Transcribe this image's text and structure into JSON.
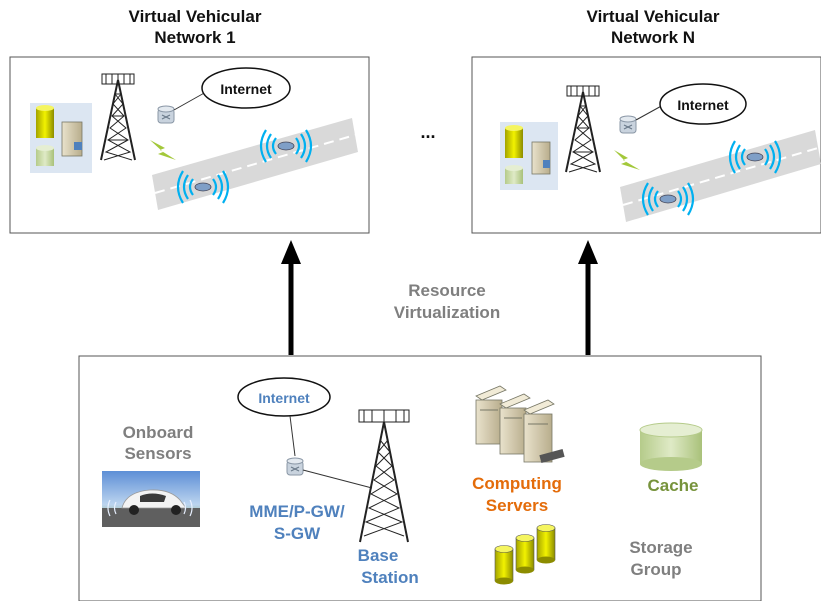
{
  "top_left": {
    "title_line1": "Virtual Vehicular",
    "title_line2": "Network 1",
    "internet": "Internet"
  },
  "top_right": {
    "title_line1": "Virtual Vehicular",
    "title_line2": "Network N",
    "internet": "Internet"
  },
  "ellipsis": "...",
  "virtualization": {
    "line1": "Resource",
    "line2": "Virtualization"
  },
  "bottom": {
    "internet": "Internet",
    "onboard_line1": "Onboard",
    "onboard_line2": "Sensors",
    "mme_line1": "MME/P-GW/",
    "mme_line2": "S-GW",
    "base_line1": "Base",
    "base_line2": "Station",
    "computing_line1": "Computing",
    "computing_line2": "Servers",
    "cache": "Cache",
    "storage_line1": "Storage",
    "storage_line2": "Group"
  },
  "colors": {
    "blue_label": "#4f81bd",
    "orange_label": "#e46c0a",
    "green_label": "#77933c",
    "gray_label": "#7f7f7f",
    "signal": "#00b0f0",
    "cache_green": "#c3d69b",
    "storage_yellow": "#e5e500"
  }
}
